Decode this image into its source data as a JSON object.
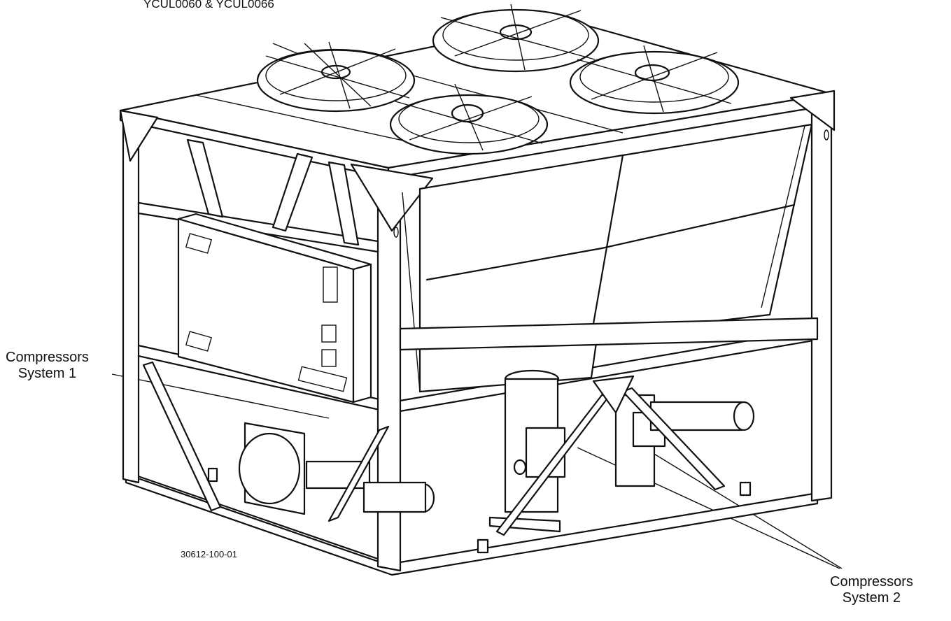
{
  "diagram": {
    "title_fragment": "YCUL0060 & YCUL0066",
    "labels": {
      "system1": [
        "Compressors",
        "System 1"
      ],
      "system2": [
        "Compressors",
        "System 2"
      ]
    },
    "drawing_code": "30612-100-01"
  }
}
